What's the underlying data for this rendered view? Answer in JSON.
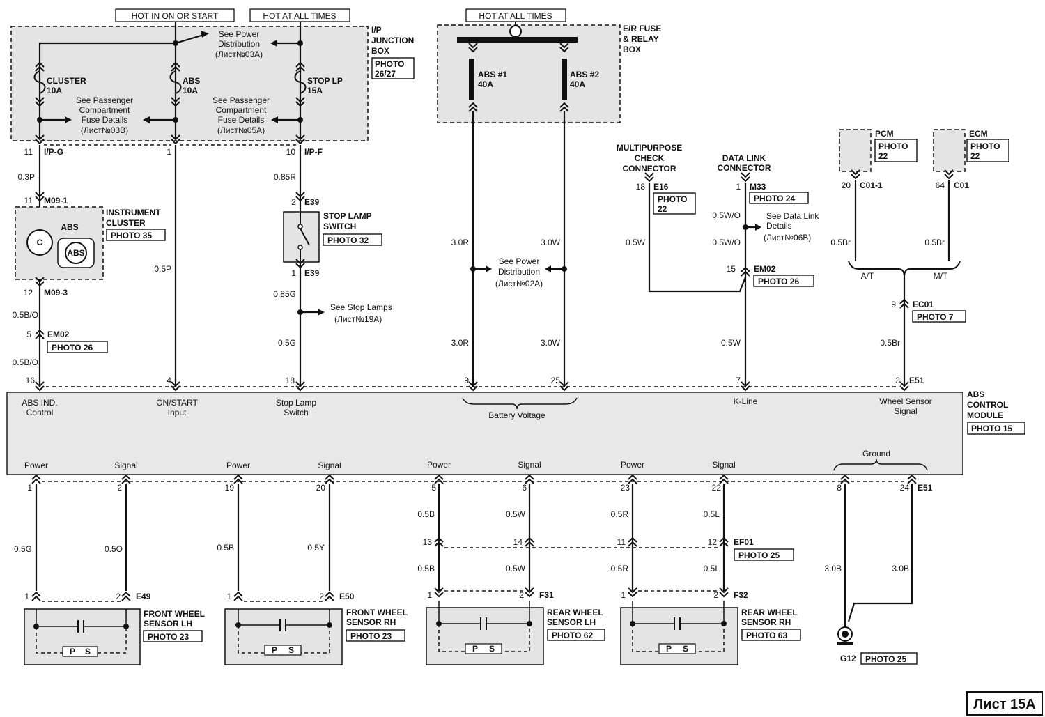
{
  "headers": {
    "hot_in_on_or_start": "HOT IN ON OR START",
    "hot_at_all_times_1": "HOT AT ALL TIMES",
    "hot_at_all_times_2": "HOT AT ALL TIMES"
  },
  "ip_junction_box": {
    "label": [
      "I/P",
      "JUNCTION",
      "BOX"
    ],
    "photo": [
      "PHOTO",
      "26/27"
    ],
    "fuses": {
      "cluster": [
        "CLUSTER",
        "10A"
      ],
      "abs": [
        "ABS",
        "10A"
      ],
      "stop_lp": [
        "STOP LP",
        "15A"
      ]
    },
    "see_power_dist": [
      "See Power",
      "Distribution",
      "(Лист№03А)"
    ],
    "see_pass_1": [
      "See Passenger",
      "Compartment",
      "Fuse Details",
      "(Лист№03B)"
    ],
    "see_pass_2": [
      "See Passenger",
      "Compartment",
      "Fuse Details",
      "(Лист№05А)"
    ]
  },
  "er_fuse_box": {
    "label": [
      "E/R FUSE",
      "& RELAY",
      "BOX"
    ],
    "abs1": [
      "ABS #1",
      "40A"
    ],
    "abs2": [
      "ABS #2",
      "40A"
    ]
  },
  "left_branch": {
    "pin_ipg": "11",
    "conn_ipg": "I/P-G",
    "wire1": "0.3P",
    "pin_m091": "11",
    "conn_m091": "M09-1",
    "cluster_name": "ABS",
    "cluster_icon": "ABS",
    "instr_label": [
      "INSTRUMENT",
      "CLUSTER"
    ],
    "instr_photo": "PHOTO 35",
    "pin_m093": "12",
    "conn_m093": "M09-3",
    "wire2": "0.5B/O",
    "pin_em02": "5",
    "conn_em02": "EM02",
    "em02_photo": "PHOTO 26",
    "wire3": "0.5B/O",
    "pin_mod": "16"
  },
  "abs_branch": {
    "pin_top": "1",
    "wire": "0.5P",
    "pin_mod": "4"
  },
  "stop_branch": {
    "pin_ipf": "10",
    "conn_ipf": "I/P-F",
    "wire1": "0.85R",
    "pin_e39a": "2",
    "conn_e39a": "E39",
    "switch_label": [
      "STOP LAMP",
      "SWITCH"
    ],
    "switch_photo": "PHOTO 32",
    "pin_e39b": "1",
    "conn_e39b": "E39",
    "wire2": "0.85G",
    "see_stop": [
      "See Stop Lamps",
      "(Лист№19А)"
    ],
    "wire3": "0.5G",
    "pin_mod": "18"
  },
  "battery": {
    "wire_l1": "3.0R",
    "wire_r1": "3.0W",
    "see_power": [
      "See Power",
      "Distribution",
      "(Лист№02А)"
    ],
    "wire_l2": "3.0R",
    "wire_r2": "3.0W",
    "pin_l": "9",
    "pin_r": "25"
  },
  "mpc": {
    "label": [
      "MULTIPURPOSE",
      "CHECK",
      "CONNECTOR"
    ],
    "pin": "18",
    "conn": "E16",
    "photo": [
      "PHOTO",
      "22"
    ],
    "wire": "0.5W"
  },
  "dlc": {
    "label": [
      "DATA LINK",
      "CONNECTOR"
    ],
    "pin": "1",
    "conn": "M33",
    "photo": "PHOTO 24",
    "wire1": "0.5W/O",
    "see": [
      "See Data Link",
      "Details",
      "(Лист№06B)"
    ],
    "wire2": "0.5W/O",
    "pin_em02": "15",
    "conn_em02": "EM02",
    "em02_photo": "PHOTO 26",
    "wire3": "0.5W",
    "pin_mod": "7"
  },
  "pcm": {
    "label": "PCM",
    "photo": [
      "PHOTO",
      "22"
    ],
    "pin": "20",
    "conn": "C01-1",
    "wire": "0.5Br",
    "branch": "A/T"
  },
  "ecm": {
    "label": "ECM",
    "photo": [
      "PHOTO",
      "22"
    ],
    "pin": "64",
    "conn": "C01",
    "wire": "0.5Br",
    "branch": "M/T"
  },
  "wss": {
    "pin_ec01": "9",
    "conn_ec01": "EC01",
    "ec01_photo": "PHOTO 7",
    "wire": "0.5Br",
    "pin_mod": "3",
    "conn_mod": "E51"
  },
  "module": {
    "label": [
      "ABS",
      "CONTROL",
      "MODULE"
    ],
    "photo": "PHOTO 15",
    "top_pins": {
      "abs_ind": [
        "ABS IND.",
        "Control"
      ],
      "on_start": [
        "ON/START",
        "Input"
      ],
      "stop_lamp": [
        "Stop Lamp",
        "Switch"
      ],
      "battery": "Battery Voltage",
      "kline": "K-Line",
      "wheel_sensor": [
        "Wheel Sensor",
        "Signal"
      ]
    },
    "bottom_labels": {
      "p1": "Power",
      "s1": "Signal",
      "p2": "Power",
      "s2": "Signal",
      "p3": "Power",
      "s3": "Signal",
      "p4": "Power",
      "s4": "Signal",
      "ground": "Ground"
    }
  },
  "bottom_pins": {
    "a": "1",
    "b": "2",
    "c": "19",
    "d": "20",
    "e": "5",
    "f": "6",
    "g": "23",
    "h": "22",
    "i": "8",
    "j": "24",
    "j_conn": "E51"
  },
  "wires_bottom": {
    "a": "0.5G",
    "b": "0.5O",
    "c": "0.5B",
    "d": "0.5Y",
    "e1": "0.5B",
    "f1": "0.5W",
    "g1": "0.5R",
    "h1": "0.5L",
    "e2": "0.5B",
    "f2": "0.5W",
    "g2": "0.5R",
    "h2": "0.5L",
    "i": "3.0B",
    "j": "3.0B"
  },
  "ef01": {
    "pin_e": "13",
    "pin_f": "14",
    "pin_g": "11",
    "pin_h": "12",
    "conn": "EF01",
    "photo": "PHOTO 25"
  },
  "sensors": {
    "flh": {
      "p1": "1",
      "p2": "2",
      "conn": "E49",
      "label": [
        "FRONT WHEEL",
        "SENSOR LH"
      ],
      "photo": "PHOTO 23",
      "ps_p": "P",
      "ps_s": "S"
    },
    "frh": {
      "p1": "1",
      "p2": "2",
      "conn": "E50",
      "label": [
        "FRONT WHEEL",
        "SENSOR RH"
      ],
      "photo": "PHOTO 23",
      "ps_p": "P",
      "ps_s": "S"
    },
    "rlh": {
      "p1": "1",
      "p2": "2",
      "conn": "F31",
      "label": [
        "REAR WHEEL",
        "SENSOR LH"
      ],
      "photo": "PHOTO 62",
      "ps_p": "P",
      "ps_s": "S"
    },
    "rrh": {
      "p1": "1",
      "p2": "2",
      "conn": "F32",
      "label": [
        "REAR WHEEL",
        "SENSOR RH"
      ],
      "photo": "PHOTO 63",
      "ps_p": "P",
      "ps_s": "S"
    }
  },
  "ground": {
    "name": "G12",
    "photo": "PHOTO 25"
  },
  "sheet": "Лист 15А"
}
